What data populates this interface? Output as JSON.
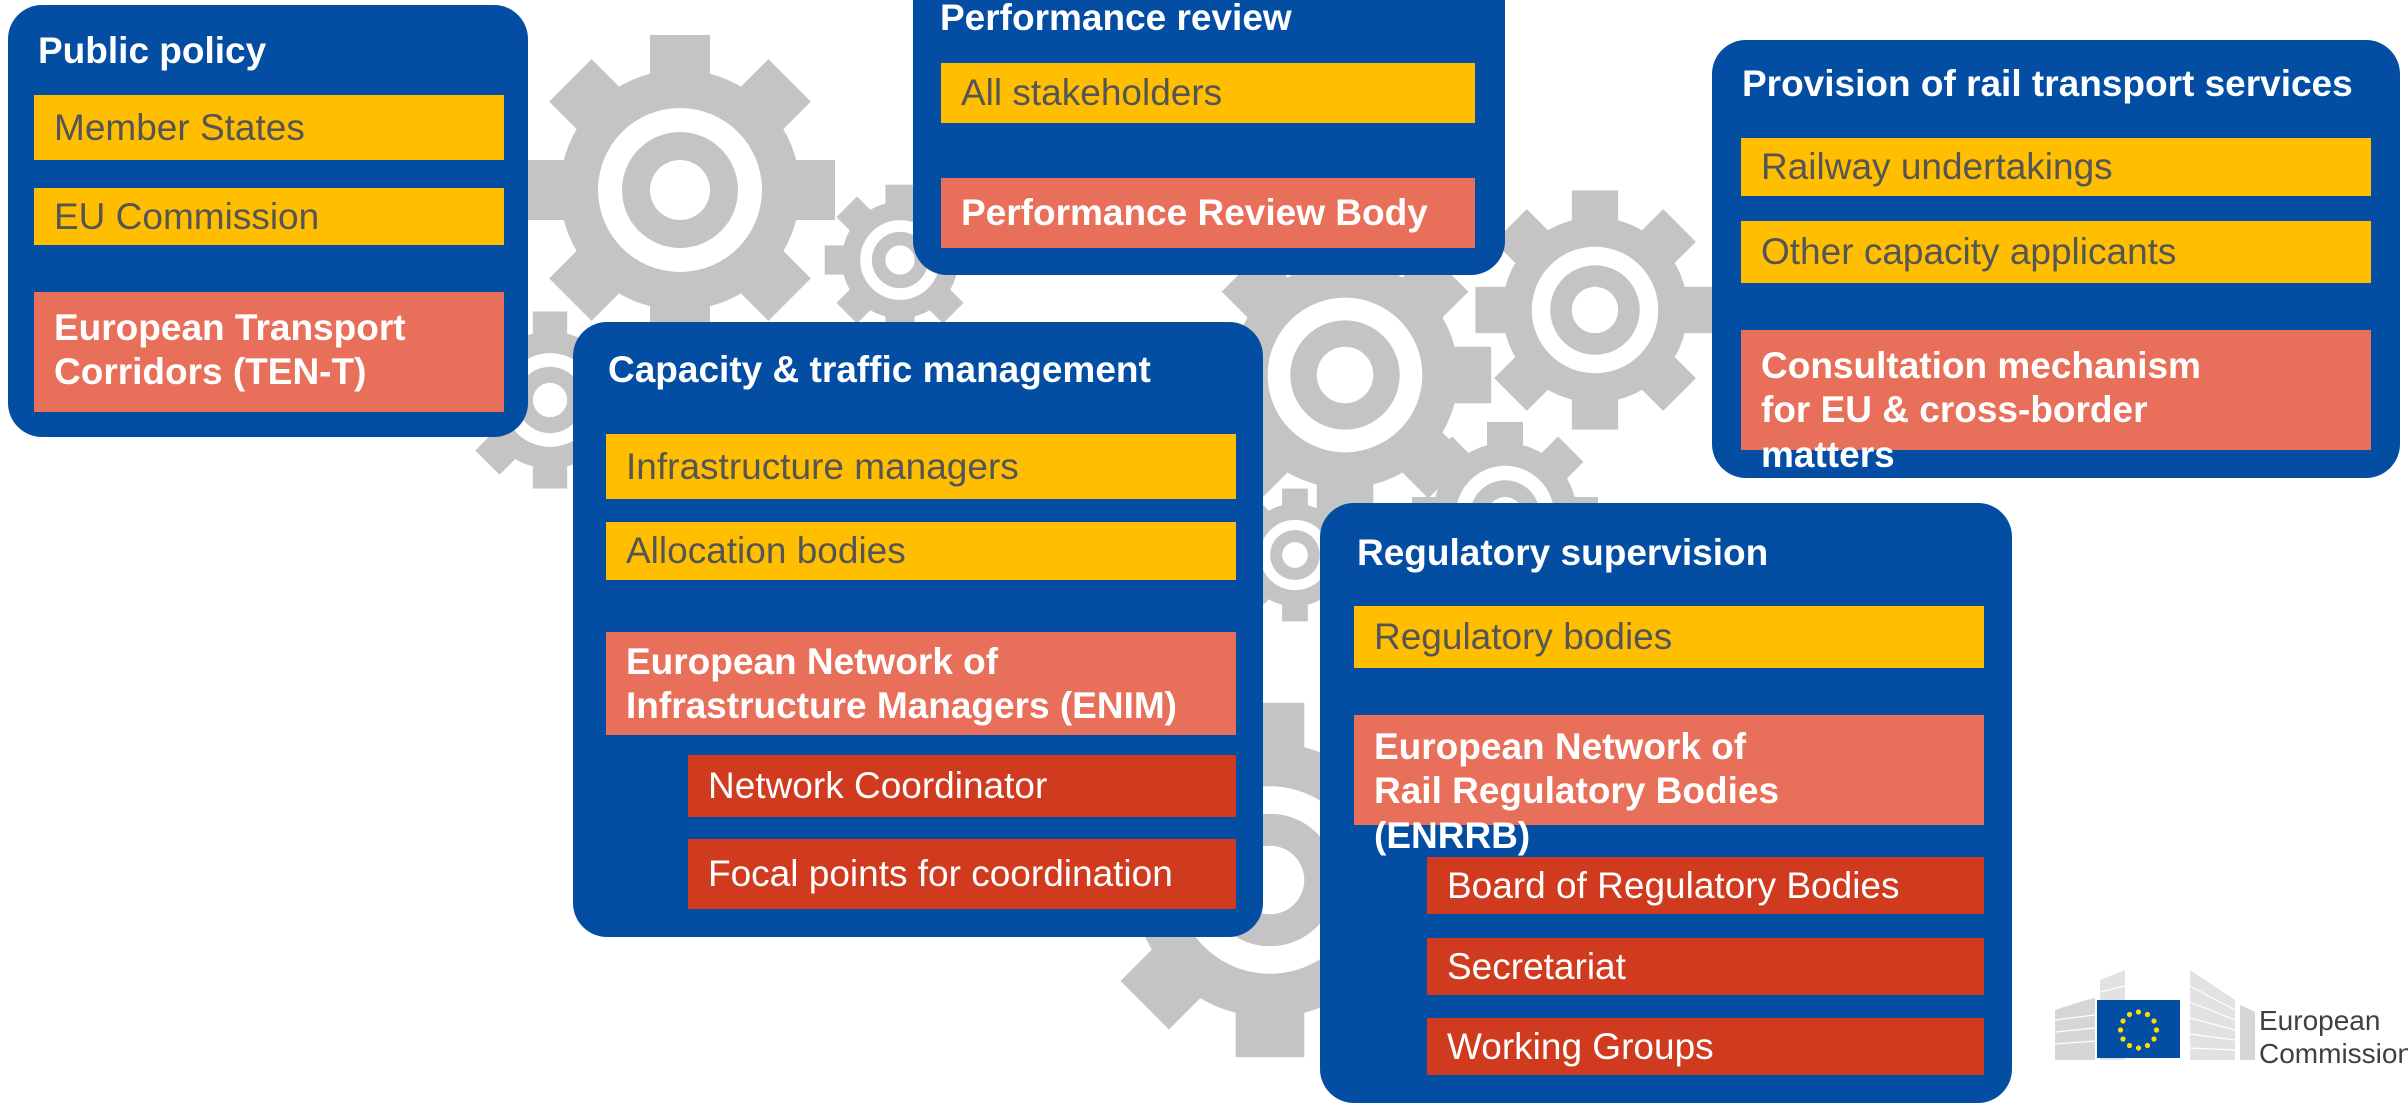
{
  "colors": {
    "panel": "#034ea2",
    "stakeholder": "#ffbe00",
    "body": "#e8705a",
    "sub_body": "#d03a1e",
    "gear": "#c0c0c0"
  },
  "panels": {
    "public_policy": {
      "title": "Public policy",
      "items": [
        "Member States",
        "EU Commission"
      ],
      "body": "European Transport Corridors (TEN-T)"
    },
    "performance_review": {
      "title": "Performance review",
      "items": [
        "All stakeholders"
      ],
      "body": "Performance Review Body"
    },
    "rail_services": {
      "title": "Provision of rail transport services",
      "items": [
        "Railway undertakings",
        "Other capacity applicants"
      ],
      "body": "Consultation mechanism for EU & cross-border matters"
    },
    "capacity": {
      "title": "Capacity & traffic management",
      "items": [
        "Infrastructure managers",
        "Allocation bodies"
      ],
      "body": "European Network of Infrastructure Managers (ENIM)",
      "sub_items": [
        "Network Coordinator",
        "Focal points for coordination"
      ]
    },
    "regulatory": {
      "title": "Regulatory supervision",
      "items": [
        "Regulatory bodies"
      ],
      "body": "European Network of Rail Regulatory Bodies (ENRRB)",
      "sub_items": [
        "Board of Regulatory Bodies",
        "Secretariat",
        "Working Groups"
      ]
    }
  },
  "logo": {
    "line1": "European",
    "line2": "Commission",
    "icon": "eu-flag-icon"
  }
}
